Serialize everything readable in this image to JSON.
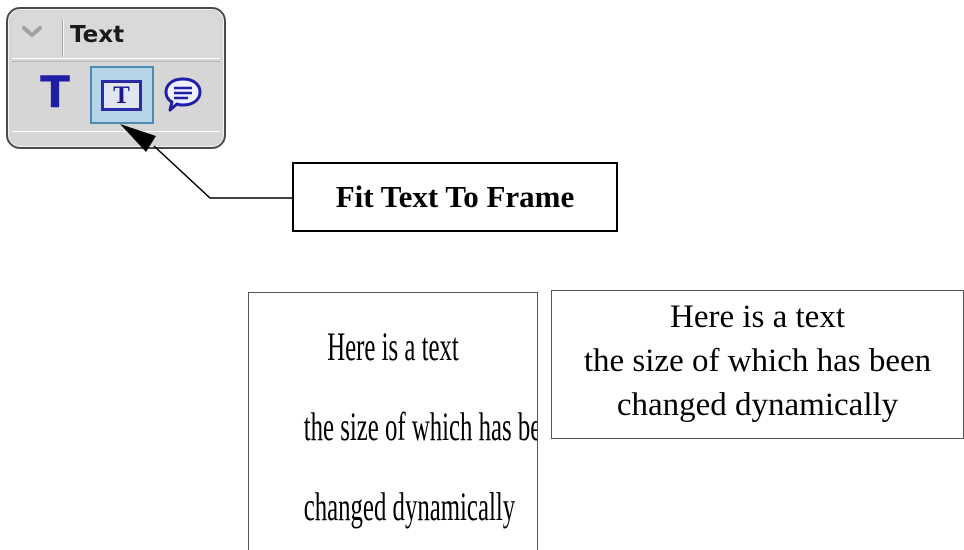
{
  "toolbar": {
    "title": "Text",
    "tools": [
      {
        "name": "text-tool",
        "glyph": "T"
      },
      {
        "name": "fit-text-to-frame-tool",
        "glyph": "T"
      },
      {
        "name": "speech-bubble-tool"
      }
    ],
    "colors": {
      "icon_blue": "#1f1fa6",
      "selected_bg": "#b6d4e8",
      "selected_border": "#4d8ab3"
    }
  },
  "callout": {
    "label": "Fit Text To Frame"
  },
  "samples": {
    "fitted": {
      "lines": [
        "Here is a text",
        "the size of which has been",
        "changed dynamically"
      ]
    },
    "normal": {
      "lines": [
        "Here is a text",
        "the size of which has been",
        "changed dynamically"
      ]
    }
  }
}
